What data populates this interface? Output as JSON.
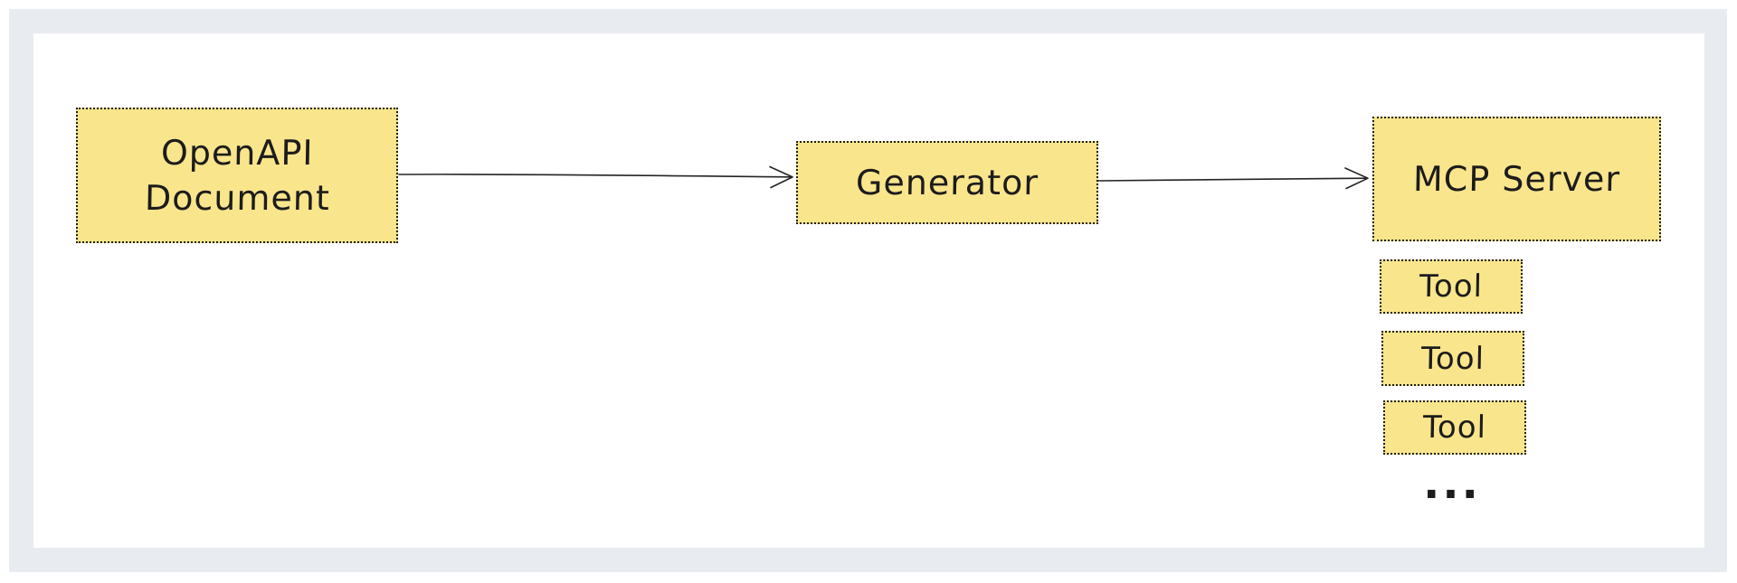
{
  "diagram": {
    "nodes": {
      "openapi": {
        "line1": "OpenAPI",
        "line2": "Document"
      },
      "generator": {
        "label": "Generator"
      },
      "mcp_server": {
        "label": "MCP Server"
      },
      "tools": [
        {
          "label": "Tool"
        },
        {
          "label": "Tool"
        },
        {
          "label": "Tool"
        }
      ],
      "ellipsis": "..."
    },
    "edges": [
      {
        "from": "openapi",
        "to": "generator"
      },
      {
        "from": "generator",
        "to": "mcp_server"
      }
    ],
    "colors": {
      "node_fill": "#F9E58C",
      "node_border": "#1c1c1c",
      "arrow": "#242424",
      "frame_background": "#E8ECF0",
      "canvas_background": "#ffffff",
      "text": "#1c1c1c"
    }
  }
}
